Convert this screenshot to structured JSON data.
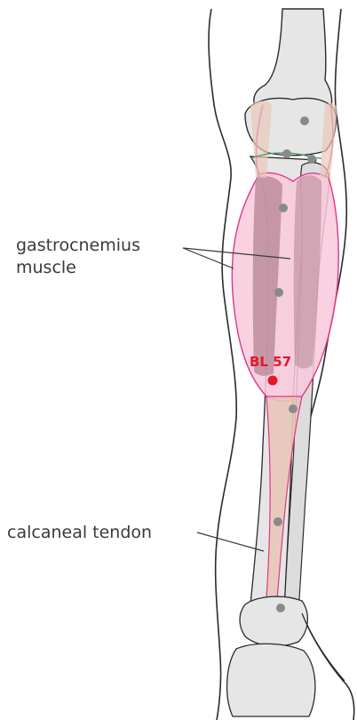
{
  "labels": {
    "gastrocnemius_line1": "gastrocnemius",
    "gastrocnemius_line2": "muscle",
    "calcaneal_tendon": "calcaneal tendon",
    "acupoint": "BL 57"
  },
  "colors": {
    "bone_fill": "#e6e6e6",
    "outline": "#2b2b2b",
    "muscle_fill": "#f8c9da",
    "muscle_line": "#e0368b",
    "muscle_head_fill": "#b98a98",
    "tendon_fill": "#e8c7b8",
    "point_gray": "#8a8a8a",
    "acupoint_red": "#e0192b",
    "nerve_green": "#4a9a5a"
  }
}
